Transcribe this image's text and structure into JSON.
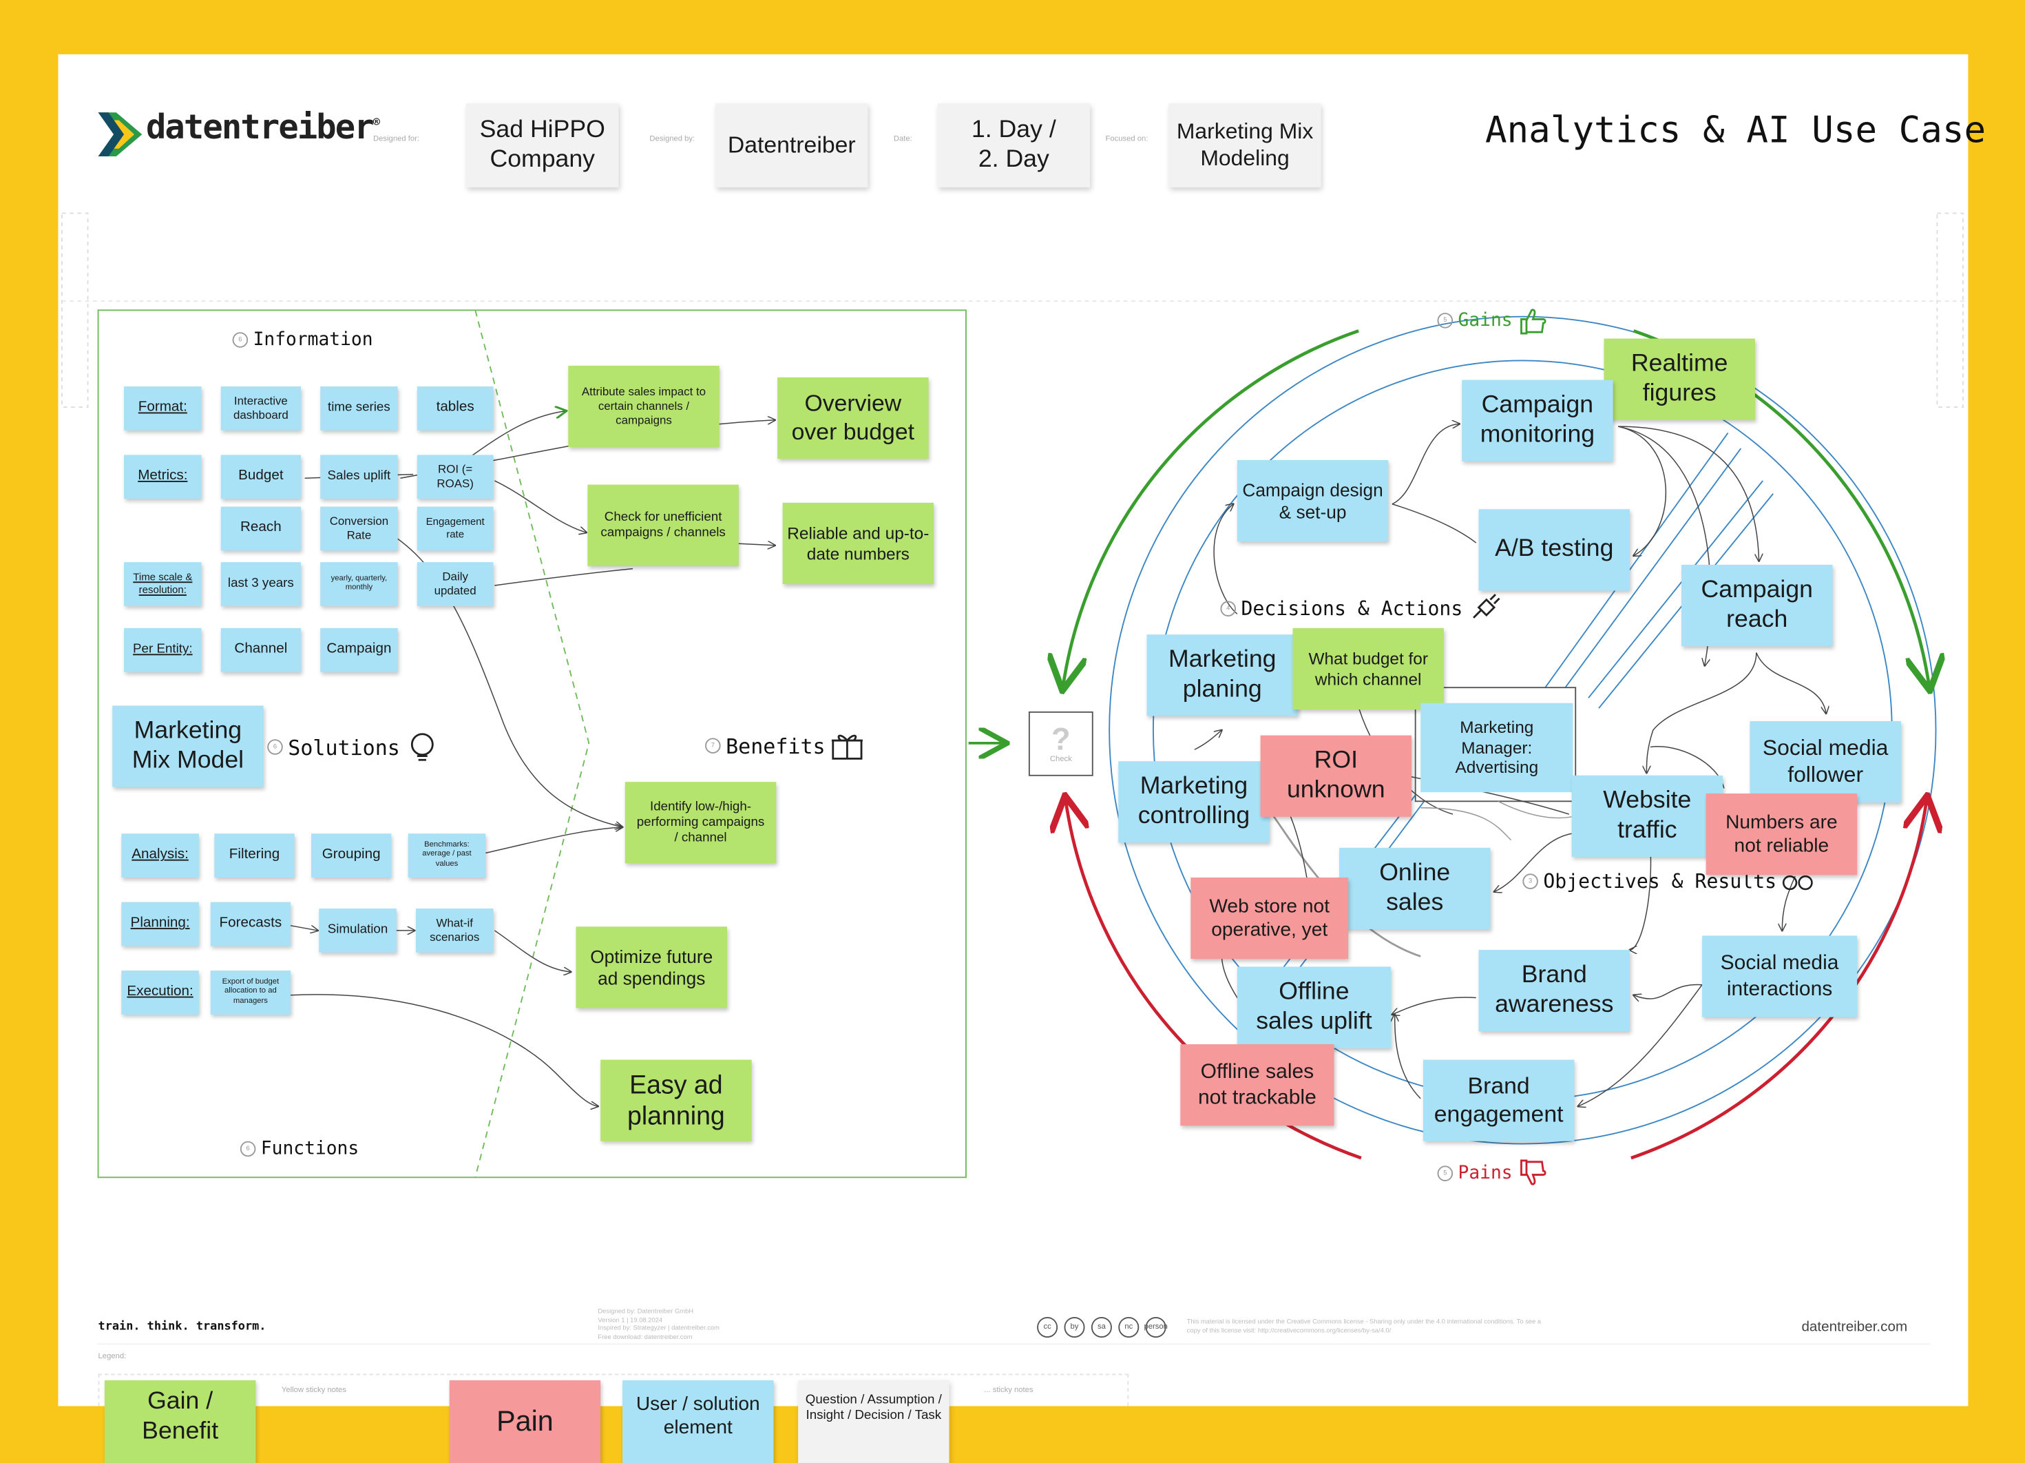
{
  "header": {
    "brand": "datentreiber",
    "registered": "®",
    "title": "Analytics & AI Use Case",
    "designed_for_label": "Designed for:",
    "designed_for": "Sad HiPPO Company",
    "designed_by_label": "Designed by:",
    "designed_by": "Datentreiber",
    "date_label": "Date:",
    "date": "1. Day / 2. Day",
    "focused_on_label": "Focused on:",
    "focused_on": "Marketing Mix Modeling"
  },
  "sections": {
    "information": "Information",
    "solutions": "Solutions",
    "functions": "Functions",
    "benefits": "Benefits",
    "gains": "Gains",
    "pains": "Pains",
    "decisions": "Decisions & Actions",
    "objectives": "Objectives & Results",
    "check": "Check"
  },
  "information": {
    "format_label": "Format:",
    "format_items": [
      "Interactive dashboard",
      "time series",
      "tables"
    ],
    "metrics_label": "Metrics:",
    "metrics_items": [
      "Budget",
      "Sales uplift",
      "ROI (= ROAS)",
      "Reach",
      "Conversion Rate",
      "Engagement rate"
    ],
    "timescale_label": "Time scale & resolution:",
    "timescale_items": [
      "last 3 years",
      "yearly, quarterly, monthly",
      "Daily updated"
    ],
    "entity_label": "Per Entity:",
    "entity_items": [
      "Channel",
      "Campaign"
    ]
  },
  "solution_note": "Marketing Mix Model",
  "functions": {
    "analysis_label": "Analysis:",
    "analysis_items": [
      "Filtering",
      "Grouping",
      "Benchmarks: average / past values"
    ],
    "planning_label": "Planning:",
    "planning_items": [
      "Forecasts",
      "Simulation",
      "What-if scenarios"
    ],
    "execution_label": "Execution:",
    "execution_items": [
      "Export of budget allocation to ad managers"
    ]
  },
  "benefits": {
    "attribute": "Attribute sales impact to certain channels / campaigns",
    "overview": "Overview over budget",
    "check_unefficient": "Check for unefficient campaigns / channels",
    "reliable": "Reliable and up-to-date numbers",
    "identify": "Identify low-/high-performing campaigns / channel",
    "optimize": "Optimize future ad spendings",
    "easy": "Easy ad planning"
  },
  "circle": {
    "realtime": "Realtime figures",
    "campaign_monitoring": "Campaign monitoring",
    "campaign_design": "Campaign design & set-up",
    "ab_testing": "A/B testing",
    "campaign_reach": "Campaign reach",
    "marketing_planing": "Marketing planing",
    "what_budget": "What budget for which channel",
    "marketing_manager": "Marketing Manager: Advertising",
    "marketing_controlling": "Marketing controlling",
    "roi_unknown": "ROI unknown",
    "website_traffic": "Website traffic",
    "social_follower": "Social media follower",
    "numbers_not_reliable": "Numbers are not reliable",
    "online_sales": "Online sales",
    "web_store": "Web store not operative, yet",
    "brand_awareness": "Brand awareness",
    "social_interactions": "Social media interactions",
    "offline_uplift": "Offline sales uplift",
    "offline_not_trackable": "Offline sales not trackable",
    "brand_engagement": "Brand engagement"
  },
  "footer": {
    "tagline": "train. think. transform.",
    "website": "datentreiber.com",
    "legend_label": "Legend:",
    "credits": [
      "Designed by: Datentreiber GmbH",
      "Version 1 | 19.08.2024",
      "Inspired by: Strategyzer | datentreiber.com",
      "Free download: datentreiber.com"
    ],
    "license": "This material is licensed under the Creative Commons license - Sharing only under the 4.0 international conditions. To see a copy of this license visit: http://creativecommons.org/licenses/by-sa/4.0/",
    "cc_icons": [
      "cc",
      "by",
      "sa",
      "nc",
      "person"
    ]
  },
  "legend": {
    "gain": "Gain / Benefit",
    "yellow_placeholder": "Yellow sticky notes",
    "pain": "Pain",
    "user": "User / solution element",
    "question": "Question / Assumption / Insight / Decision / Task",
    "sticky_placeholder": "... sticky notes"
  },
  "colors": {
    "frame": "#f9c719",
    "blue_note": "#a9e2f7",
    "green_note": "#b4e36e",
    "red_note": "#f5999a",
    "gains_arrow": "#3a9e2f",
    "pains_arrow": "#cc1f2f",
    "circle_line": "#3b86c4"
  }
}
